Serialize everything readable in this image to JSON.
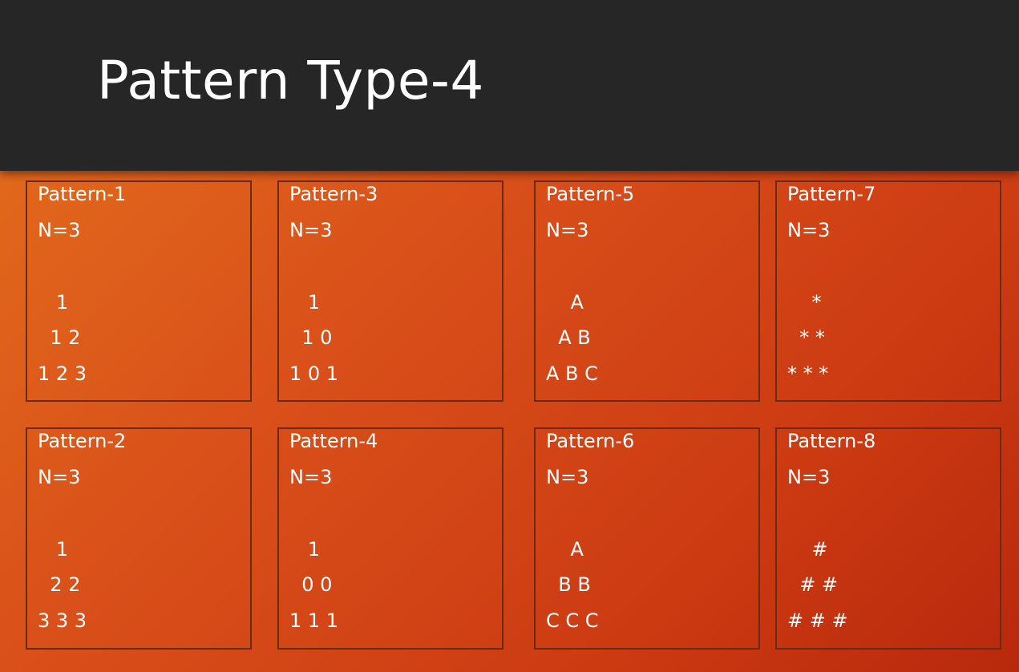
{
  "slide": {
    "title": "Pattern Type-4"
  },
  "patterns": [
    {
      "label": "Pattern-1",
      "n": "N=3",
      "rows": [
        "   1",
        "  1 2",
        "1 2 3"
      ]
    },
    {
      "label": "Pattern-3",
      "n": "N=3",
      "rows": [
        "   1",
        "  1 0",
        "1 0 1"
      ]
    },
    {
      "label": "Pattern-5",
      "n": "N=3",
      "rows": [
        "    A",
        "  A B",
        "A B C"
      ]
    },
    {
      "label": "Pattern-7",
      "n": "N=3",
      "rows": [
        "    *",
        "  * *",
        "* * *"
      ]
    },
    {
      "label": "Pattern-2",
      "n": "N=3",
      "rows": [
        "   1",
        "  2 2",
        "3 3 3"
      ]
    },
    {
      "label": "Pattern-4",
      "n": "N=3",
      "rows": [
        "   1",
        "  0 0",
        "1 1 1"
      ]
    },
    {
      "label": "Pattern-6",
      "n": "N=3",
      "rows": [
        "    A",
        "  B B",
        "C C C"
      ]
    },
    {
      "label": "Pattern-8",
      "n": "N=3",
      "rows": [
        "    #",
        "  # #",
        "# # #"
      ]
    }
  ],
  "colors": {
    "header": "#262626",
    "background_start": "#e4701c",
    "background_end": "#b8280c",
    "card_border": "#6a2b12",
    "text": "#ffffff"
  }
}
